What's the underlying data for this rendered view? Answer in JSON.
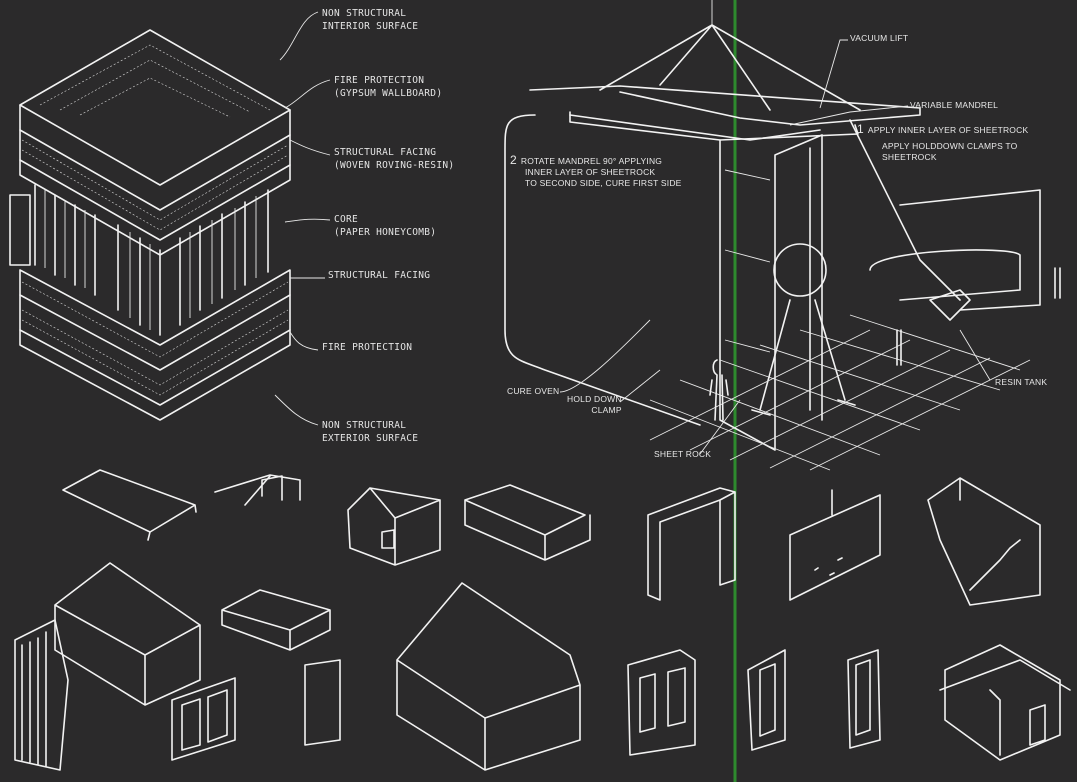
{
  "colors": {
    "background": "#2b2a2b",
    "ink": "#f2f2f2",
    "fold_line": "#2e8a2e"
  },
  "panel_layers": {
    "interior_surface": [
      "NON STRUCTURAL",
      "INTERIOR SURFACE"
    ],
    "fire_protection_gypsum": [
      "FIRE PROTECTION",
      "(GYPSUM WALLBOARD)"
    ],
    "structural_facing_woven": [
      "STRUCTURAL FACING",
      "(WOVEN ROVING-RESIN)"
    ],
    "core": [
      "CORE",
      "(PAPER HONEYCOMB)"
    ],
    "structural_facing": "STRUCTURAL FACING",
    "fire_protection": "FIRE PROTECTION",
    "exterior_surface": [
      "NON STRUCTURAL",
      "EXTERIOR SURFACE"
    ]
  },
  "machine": {
    "vacuum_lift": "VACUUM LIFT",
    "variable_mandrel": "VARIABLE MANDREL",
    "step1_number": "1",
    "step1_text": "APPLY INNER LAYER OF SHEETROCK",
    "step1_sub": [
      "APPLY HOLDDOWN CLAMPS TO",
      "SHEETROCK"
    ],
    "step2_number": "2",
    "step2_text": [
      "ROTATE MANDREL 90° APPLYING",
      "INNER LAYER OF SHEETROCK",
      "TO SECOND SIDE, CURE FIRST SIDE"
    ],
    "cure_oven": "CURE OVEN",
    "hold_down_clamp": [
      "HOLD DOWN",
      "CLAMP"
    ],
    "sheet_rock": "SHEET ROCK",
    "resin_tank": "RESIN TANK"
  }
}
